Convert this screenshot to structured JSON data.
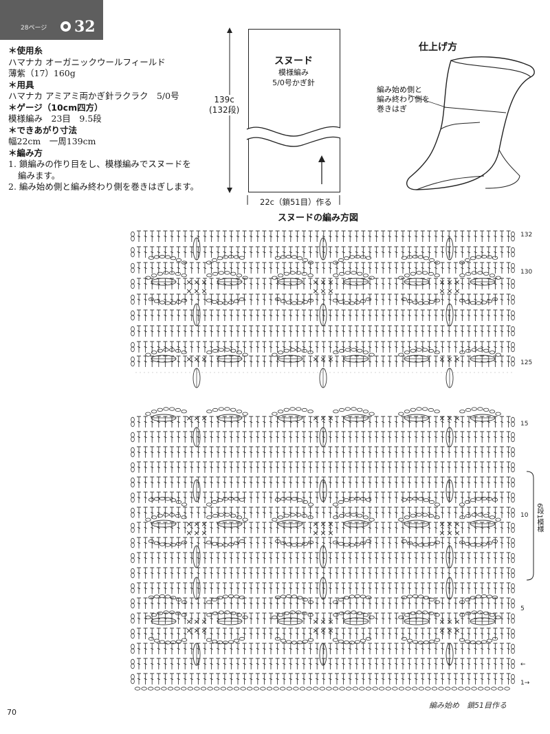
{
  "header": {
    "page_ref": "28ページ",
    "pattern_number": "32"
  },
  "info": {
    "yarn_heading": "使用糸",
    "yarn_line1": "ハマナカ オーガニックウールフィールド",
    "yarn_line2": "薄紫（17）160g",
    "tools_heading": "用具",
    "tools_line1": "ハマナカ アミアミ両かぎ針ラクラク　5/0号",
    "gauge_heading": "ゲージ（10cm四方）",
    "gauge_line1": "模様編み　23目　9.5段",
    "size_heading": "できあがり寸法",
    "size_line1": "幅22cm　一周139cm",
    "method_heading": "編み方",
    "method_step1a": "1. 鎖編みの作り目をし、模様編みでスヌードを",
    "method_step1b": "編みます。",
    "method_step2": "2. 編み始め側と編み終わり側を巻きはぎします。"
  },
  "schematic": {
    "title": "スヌード",
    "sub1": "模様編み",
    "sub2": "5/0号かぎ針",
    "length_line1": "139c",
    "length_line2": "(132段)",
    "width_label": "22c（鎖51目）作る"
  },
  "finishing": {
    "title": "仕上げ方",
    "note_line1": "編み始め側と",
    "note_line2": "編み終わり側を",
    "note_line3": "巻きはぎ"
  },
  "chart": {
    "title": "スヌードの編み方図",
    "row_labels": [
      "132",
      "130",
      "125",
      "15",
      "10",
      "5",
      "1→"
    ],
    "arrow_row": "←",
    "motif_label": "6段1模様",
    "footer_note": "編み始め　鎖51目作る"
  },
  "page_number": "70"
}
